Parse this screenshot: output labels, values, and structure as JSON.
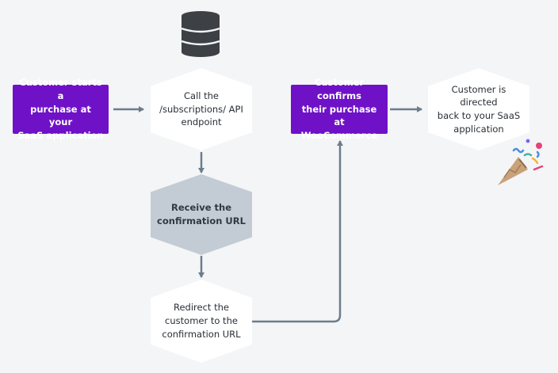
{
  "nodes": {
    "start": {
      "lines": [
        "Customer starts a",
        "purchase at your",
        "SaaS application"
      ]
    },
    "call_api": {
      "lines": [
        "Call the",
        "/subscriptions/ API",
        "endpoint"
      ]
    },
    "receive_url": {
      "lines": [
        "Receive the",
        "confirmation URL"
      ]
    },
    "redirect": {
      "lines": [
        "Redirect the",
        "customer to the",
        "confirmation URL"
      ]
    },
    "confirm": {
      "lines": [
        "Customer confirms",
        "their purchase at",
        "WooCommerce"
      ]
    },
    "directed_back": {
      "lines": [
        "Customer is directed",
        "back to your SaaS",
        "application"
      ]
    }
  },
  "icons": {
    "database": "database-icon",
    "celebration": "party-popper-icon"
  },
  "colors": {
    "purple": "#6f12c7",
    "grey_hex": "#c3ccd4",
    "arrow": "#6b7d8c",
    "background": "#f4f5f6"
  }
}
